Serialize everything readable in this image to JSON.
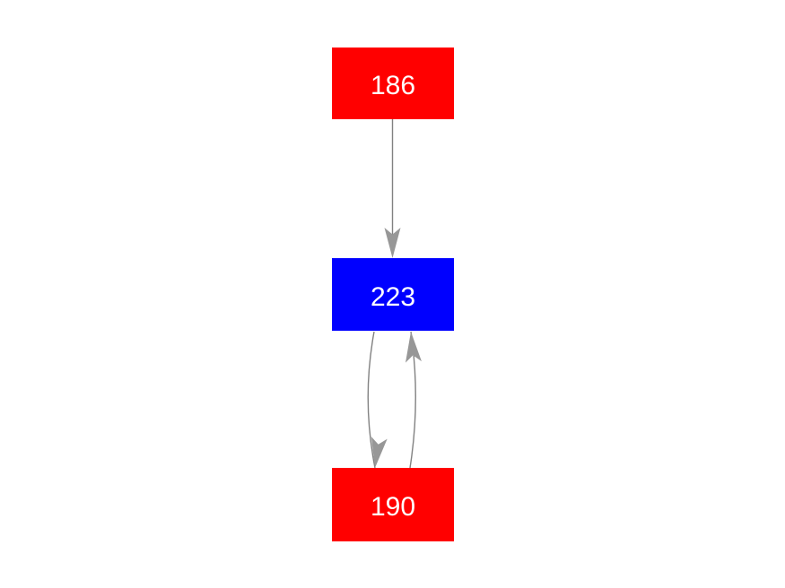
{
  "diagram": {
    "type": "directed-graph",
    "background_color": "#ffffff",
    "edge_color": "#848484",
    "arrowhead_color": "#979797",
    "label_text_color": "#ffffff",
    "nodes": [
      {
        "id": "node-186",
        "label": "186",
        "fill_color": "#ff0000",
        "shape": "box"
      },
      {
        "id": "node-223",
        "label": "223",
        "fill_color": "#0000ff",
        "shape": "box"
      },
      {
        "id": "node-190",
        "label": "190",
        "fill_color": "#ff0000",
        "shape": "box"
      }
    ],
    "edges": [
      {
        "from": "186",
        "to": "223",
        "style": "straight",
        "arrow": "to"
      },
      {
        "from": "223",
        "to": "190",
        "style": "curved-left",
        "arrow": "to"
      },
      {
        "from": "190",
        "to": "223",
        "style": "curved-right",
        "arrow": "to"
      }
    ]
  }
}
